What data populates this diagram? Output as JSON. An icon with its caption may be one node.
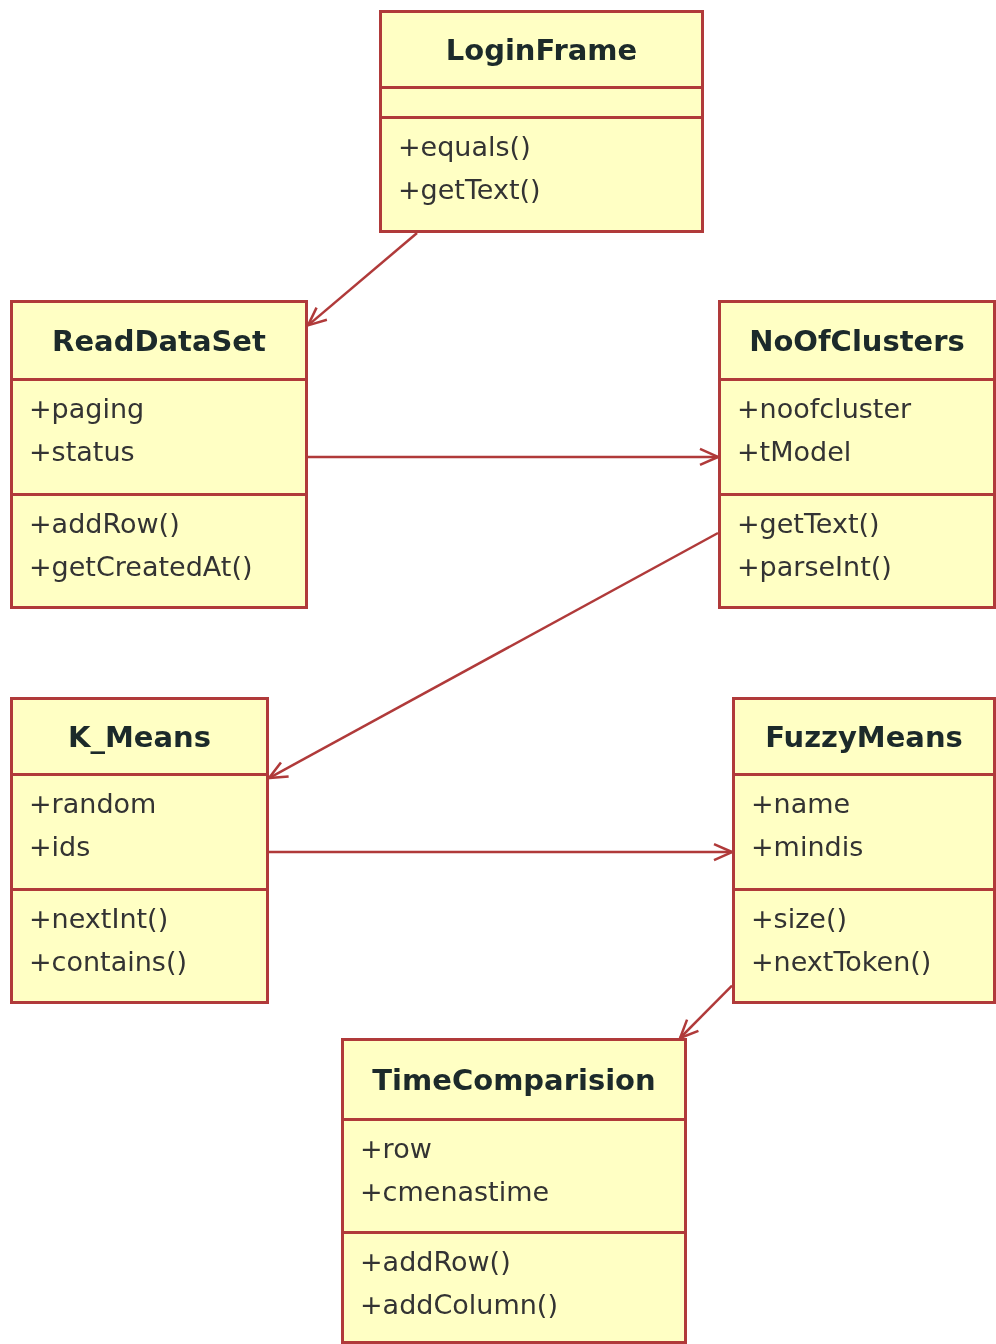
{
  "diagram": {
    "nodes": [
      {
        "text": [
          "LoginFrame",
          "+equals() +getText()"
        ]
      },
      {
        "text": [
          "ReadDataSet",
          "+paging +status",
          "+addRow() +getCreatedAt()"
        ]
      },
      {
        "text": [
          "NoOfClusters",
          "+noofcluster +tModel",
          "+getText() +parseInt()"
        ]
      },
      {
        "text": [
          "K_Means",
          "+random +ids",
          "+nextInt() +contains()"
        ]
      },
      {
        "text": [
          "FuzzyMeans",
          "+name +mindis",
          "+size() +nextToken()"
        ]
      },
      {
        "text": [
          "TimeComparision",
          "+row +cmenastime",
          "+addRow() +addColumn()"
        ]
      }
    ],
    "edges": [
      {
        "from": 0,
        "to": 1,
        "arrow": "to"
      },
      {
        "from": 1,
        "to": 2,
        "arrow": "to"
      },
      {
        "from": 2,
        "to": 3,
        "arrow": "to"
      },
      {
        "from": 3,
        "to": 4,
        "arrow": "to"
      },
      {
        "from": 4,
        "to": 5,
        "arrow": "to"
      }
    ]
  }
}
